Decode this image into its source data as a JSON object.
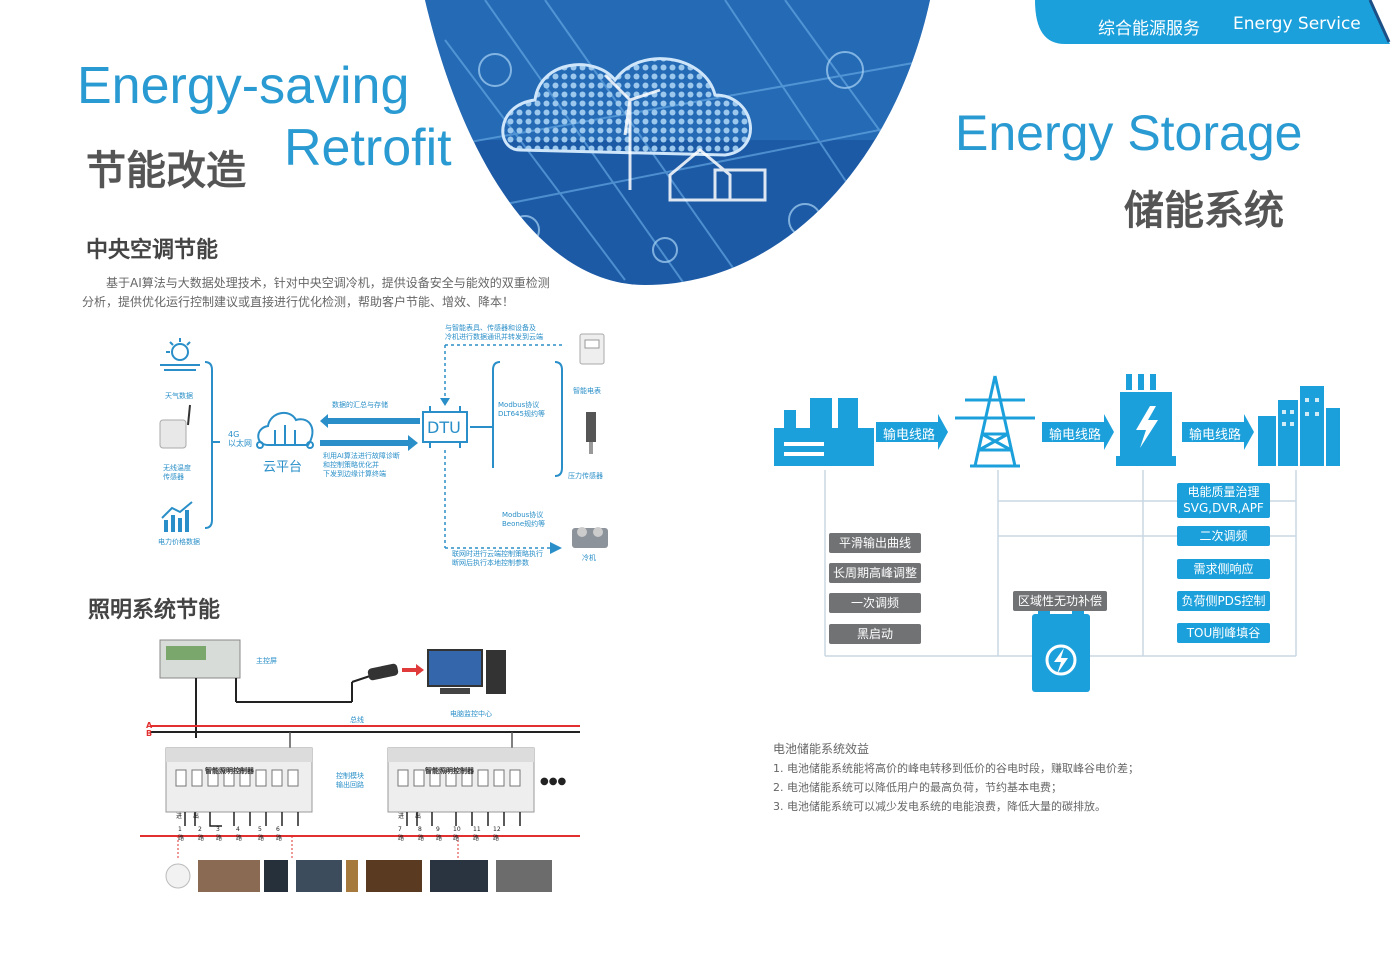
{
  "header": {
    "tab_cn": "综合能源服务",
    "tab_en": "Energy Service"
  },
  "left": {
    "title_en_1": "Energy-saving",
    "title_cn": "节能改造",
    "title_en_2": "Retrofit",
    "hvac": {
      "title": "中央空调节能",
      "desc": "基于AI算法与大数据处理技术，针对中央空调冷机，提供设备安全与能效的双重检测分析，提供优化运行控制建议或直接进行优化检测，帮助客户节能、增效、降本！",
      "weather": "天气数据",
      "sensor": "无线温度\n传感器",
      "price": "电力价格数据",
      "net": "4G\n以太网",
      "cloud": "云平台",
      "summary": "数据的汇总与存储",
      "ai": "利用AI算法进行故障诊断\n和控制策略优化并\n下发到边缘计算终端",
      "dtu": "DTU",
      "top_note": "与智能表具、传感器和设备及\n冷机进行数据通讯并转发到云端",
      "modbus1": "Modbus协议\nDLT645规约等",
      "modbus2": "Modbus协议\nBeone规约等",
      "meter": "智能电表",
      "pressure": "压力传感器",
      "chiller": "冷机",
      "bottom_note": "联网时进行云端控制策略执行\n断网后执行本地控制参数"
    },
    "light": {
      "title": "照明系统节能",
      "main_screen": "主控屏",
      "pc": "电脑监控中心",
      "bus": "总线",
      "ab": "A\nB",
      "ctrl_name": "智能照明控制器",
      "module": "控制模块\n输出回路",
      "io_in": "进",
      "io_out": "出",
      "dots": "●●●",
      "ch1": [
        "1路",
        "2路",
        "3路",
        "4路",
        "5路",
        "6路"
      ],
      "ch2": [
        "7路",
        "8路",
        "9路",
        "10路",
        "11路",
        "12路"
      ]
    }
  },
  "right": {
    "title_en": "Energy Storage",
    "title_cn": "储能系统",
    "line": "输电线路",
    "gray_items": [
      "平滑输出曲线",
      "长周期高峰调整",
      "一次调频",
      "黑启动"
    ],
    "mid_item": "区域性无功补偿",
    "blue_items": [
      "电能质量治理\nSVG,DVR,APF",
      "二次调频",
      "需求侧响应",
      "负荷侧PDS控制",
      "TOU削峰填谷"
    ],
    "benefits_title": "电池储能系统效益",
    "benefits": [
      "1. 电池储能系统能将高价的峰电转移到低价的谷电时段，赚取峰谷电价差；",
      "2. 电池储能系统可以降低用户的最高负荷，节约基本电费；",
      "3. 电池储能系统可以减少发电系统的电能浪费，降低大量的碳排放。"
    ]
  },
  "colors": {
    "accent": "#1ca0db",
    "title_blue": "#2a9ad2",
    "gray_btn": "#707274"
  }
}
